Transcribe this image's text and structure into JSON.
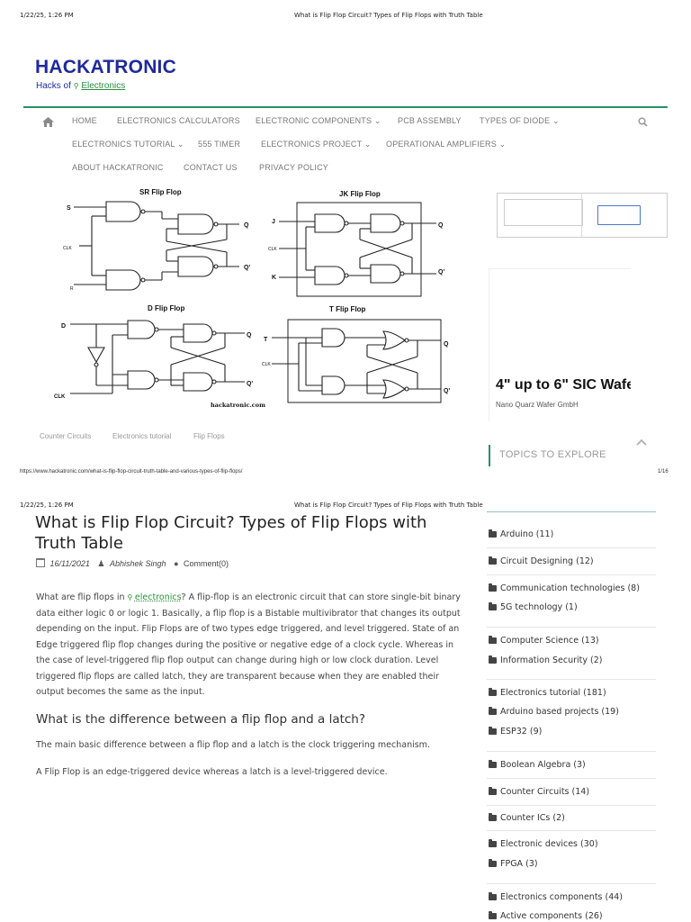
{
  "print_header": {
    "datetime": "1/22/25, 1:26 PM",
    "doc_title": "What is Flip Flop Circuit? Types of Flip Flops with Truth Table"
  },
  "print_footer": {
    "url": "https://www.hackatronic.com/what-is-flip-flop-circuit-truth-table-and-various-types-of-flip-flops/",
    "page": "1/16"
  },
  "site": {
    "name": "HACKATRONIC",
    "tagline_prefix": "Hacks of",
    "tagline_link": "Electronics"
  },
  "nav": {
    "row1": [
      "HOME",
      "ELECTRONICS CALCULATORS",
      "ELECTRONIC COMPONENTS ⌄",
      "PCB ASSEMBLY",
      "TYPES OF DIODE ⌄"
    ],
    "row2": [
      "ELECTRONICS TUTORIAL ⌄",
      "555 TIMER",
      "ELECTRONICS PROJECT ⌄",
      "OPERATIONAL AMPLIFIERS ⌄"
    ],
    "row3": [
      "ABOUT HACKATRONIC",
      "CONTACT US",
      "PRIVACY POLICY"
    ]
  },
  "figure": {
    "sr_title": "SR Flip Flop",
    "jk_title": "JK Flip Flop",
    "d_title": "D Flip Flop",
    "t_title": "T Flip Flop",
    "s": "S",
    "r": "R",
    "clk": "CLK",
    "j": "J",
    "k": "K",
    "d": "D",
    "t": "T",
    "q": "Q",
    "qbar": "Q'",
    "watermark": "hackatronic.com"
  },
  "tags": [
    "Counter Circuits",
    "Electronics tutorial",
    "Flip Flops"
  ],
  "ad": {
    "title": "4\" up to 6\" SIC Wafe",
    "sub": "Nano Quarz Wafer GmbH"
  },
  "topics_label": "TOPICS TO EXPLORE",
  "article": {
    "title": "What is Flip Flop Circuit? Types of Flip Flops with Truth Table",
    "date": "16/11/2021",
    "author": "Abhishek Singh",
    "comments": "Comment(0)",
    "p1_pre": "What are flip flops in ",
    "p1_link": "electronics",
    "p1_post": "? A flip-flop is an electronic circuit that can store single-bit binary data either logic 0 or logic 1. Basically, a flip flop is a Bistable multivibrator that changes its output depending on the input. Flip Flops are of two types edge triggered, and level triggered. State of an Edge triggered flip flop changes during the positive or negative edge of a clock cycle. Whereas in the case of level-triggered flip flop output can change during high or low clock duration. Level triggered flip flops are called latch, they are transparent because when they are enabled their output becomes the same as the input.",
    "h2": "What is the difference between a flip flop and a latch?",
    "p2": "The main basic difference between a flip flop and a latch is the clock triggering mechanism.",
    "p3": "A Flip Flop is an edge-triggered device whereas a latch is a level-triggered device."
  },
  "categories": [
    "Arduino (11)",
    "Circuit Designing (12)",
    "Communication technologies (8)",
    "5G technology (1)",
    "Computer Science (13)",
    "Information Security (2)",
    "Electronics tutorial (181)",
    "Arduino based projects (19)",
    "ESP32 (9)",
    "Boolean Algebra (3)",
    "Counter Circuits (14)",
    "Counter ICs (2)",
    "Electronic devices (30)",
    "FPGA (3)",
    "Electronics components (44)",
    "Active components (26)"
  ]
}
